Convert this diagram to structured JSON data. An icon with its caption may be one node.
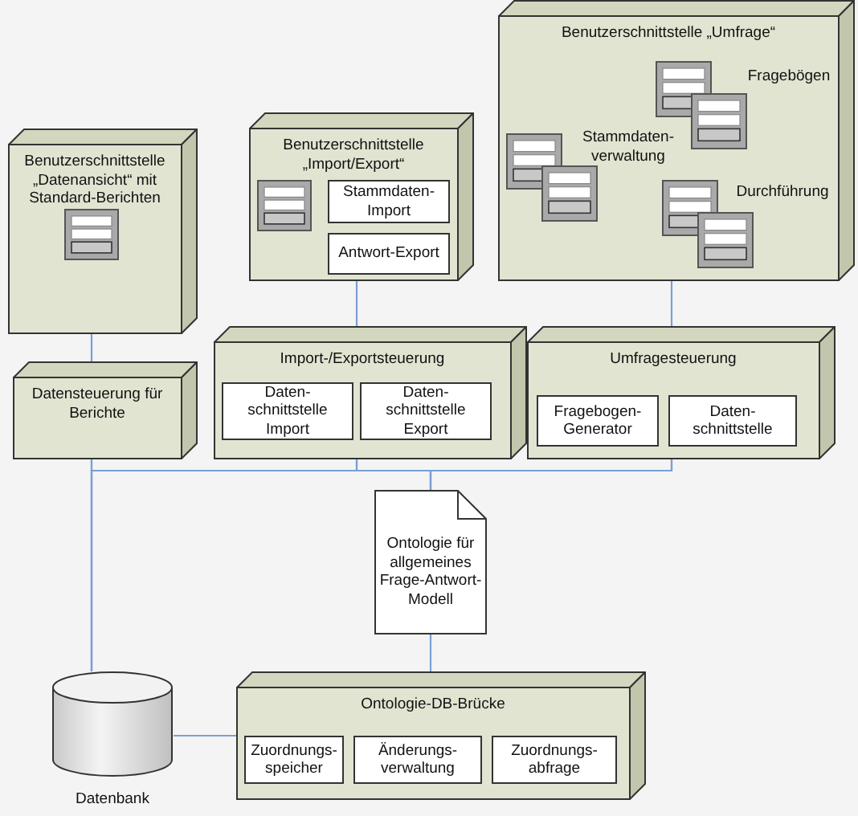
{
  "diagram": {
    "nodes": [
      {
        "text": [
          "Benutzerschnittstelle „Datenansicht“ mit Standard-Berichten"
        ]
      },
      {
        "text": [
          "Benutzerschnittstelle „Import/Export“"
        ]
      },
      {
        "text": [
          "Stammdaten-Import"
        ],
        "in": 1
      },
      {
        "text": [
          "Antwort-Export"
        ],
        "in": 1
      },
      {
        "text": [
          "Benutzerschnittstelle „Umfrage“"
        ]
      },
      {
        "text": [
          "Fragebögen"
        ],
        "in": 4
      },
      {
        "text": [
          "Stammdaten- verwaltung"
        ],
        "in": 4
      },
      {
        "text": [
          "Durchführung"
        ],
        "in": 4
      },
      {
        "text": [
          "Datensteuerung für Berichte"
        ]
      },
      {
        "text": [
          "Import-/Exportsteuerung"
        ]
      },
      {
        "text": [
          "Daten- schnittstelle Import"
        ],
        "in": 9
      },
      {
        "text": [
          "Daten- schnittstelle Export"
        ],
        "in": 9
      },
      {
        "text": [
          "Umfragesteuerung"
        ]
      },
      {
        "text": [
          "Fragebogen- Generator"
        ],
        "in": 12
      },
      {
        "text": [
          "Daten- schnittstelle"
        ],
        "in": 12
      },
      {
        "text": [
          "Ontologie für allgemeines Frage-Antwort- Modell"
        ]
      },
      {
        "text": [
          "Datenbank"
        ]
      },
      {
        "text": [
          "Ontologie-DB-Brücke"
        ]
      },
      {
        "text": [
          "Zuordnungs- speicher"
        ],
        "in": 17
      },
      {
        "text": [
          "Änderungs- verwaltung"
        ],
        "in": 17
      },
      {
        "text": [
          "Zuordnungs- abfrage"
        ],
        "in": 17
      }
    ],
    "edges": [
      {
        "from": 0,
        "to": 8,
        "arrow": "none"
      },
      {
        "from": 1,
        "to": 9,
        "arrow": "none"
      },
      {
        "from": 4,
        "to": 12,
        "arrow": "none"
      },
      {
        "from": 8,
        "to": 16,
        "arrow": "none"
      },
      {
        "from": 8,
        "to": 15,
        "arrow": "none"
      },
      {
        "from": 9,
        "to": 15,
        "arrow": "none"
      },
      {
        "from": 9,
        "to": 16,
        "arrow": "none"
      },
      {
        "from": 12,
        "to": 15,
        "arrow": "none"
      },
      {
        "from": 12,
        "to": 16,
        "arrow": "none"
      },
      {
        "from": 15,
        "to": 17,
        "arrow": "none"
      },
      {
        "from": 16,
        "to": 17,
        "arrow": "none"
      }
    ]
  }
}
